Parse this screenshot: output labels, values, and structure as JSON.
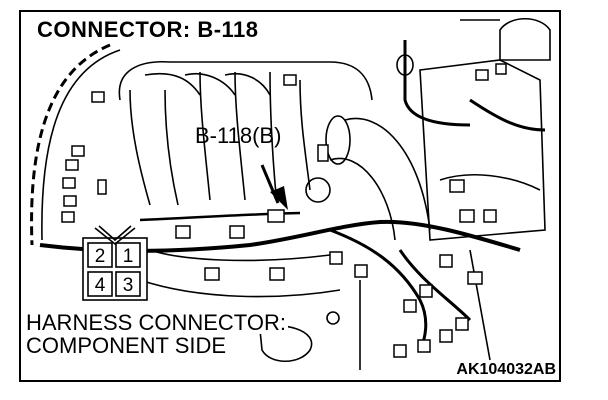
{
  "diagram": {
    "title": "CONNECTOR: B-118",
    "callout": "B-118(B)",
    "harness_line1": "HARNESS CONNECTOR:",
    "harness_line2": "COMPONENT SIDE",
    "figure_code": "AK104032AB",
    "pins": [
      "2",
      "1",
      "4",
      "3"
    ]
  }
}
